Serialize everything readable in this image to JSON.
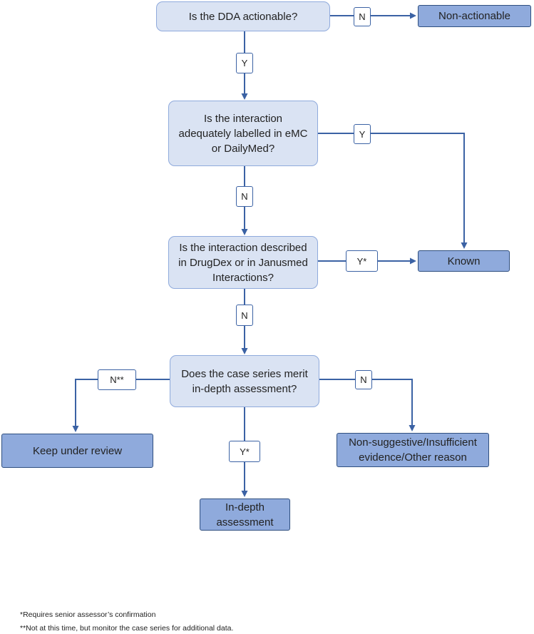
{
  "questions": {
    "q1": "Is the DDA actionable?",
    "q2": "Is the interaction\nadequately labelled in eMC\nor DailyMed?",
    "q3": "Is the interaction described\nin DrugDex or in Janusmed\nInteractions?",
    "q4": "Does the case series merit\nin-depth assessment?"
  },
  "outcomes": {
    "non_actionable": "Non-actionable",
    "known": "Known",
    "keep_under_review": "Keep under review",
    "non_suggestive": "Non-suggestive/Insufficient\nevidence/Other reason",
    "in_depth": "In-depth\nassessment"
  },
  "edge_labels": {
    "q1_no": "N",
    "q1_yes": "Y",
    "q2_yes": "Y",
    "q2_no": "N",
    "q3_yes": "Y*",
    "q3_no": "N",
    "q4_no_review": "N**",
    "q4_no": "N",
    "q4_yes": "Y*"
  },
  "footnotes": {
    "senior": "*Requires senior assessor’s confirmation",
    "monitor": "**Not at this time, but monitor the case series for additional data."
  },
  "colors": {
    "question_fill": "#dae3f3",
    "question_border": "#8faadc",
    "outcome_fill": "#8faadc",
    "outcome_border": "#2f4f7f",
    "connector": "#3b62a4"
  }
}
